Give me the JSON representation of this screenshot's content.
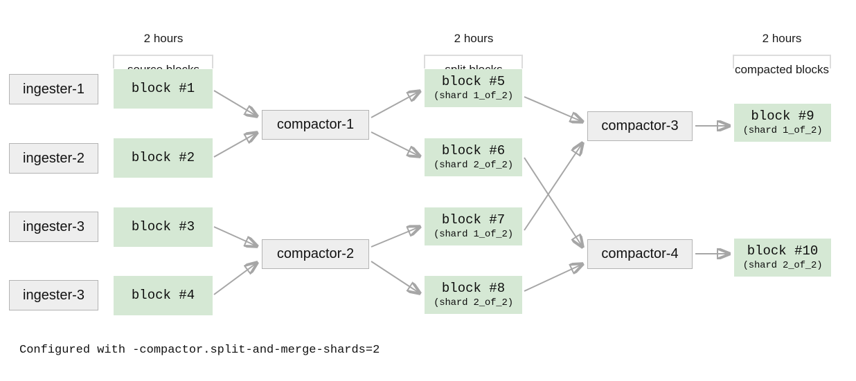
{
  "diagram": {
    "title_note": "Configured with -compactor.split-and-merge-shards=2",
    "colors": {
      "block_fill": "#d5e8d4",
      "node_fill": "#eeeeee",
      "node_border": "#b3b3b3",
      "arrow": "#a6a6a6",
      "bracket": "#dcdcdc",
      "text": "#111111"
    },
    "groups": [
      {
        "id": "source",
        "line1": "2 hours",
        "line2": "source blocks"
      },
      {
        "id": "split",
        "line1": "2 hours",
        "line2": "split blocks"
      },
      {
        "id": "compacted",
        "line1": "2 hours",
        "line2": "compacted blocks"
      }
    ],
    "ingesters": [
      {
        "id": "ingester-1",
        "label": "ingester-1"
      },
      {
        "id": "ingester-2",
        "label": "ingester-2"
      },
      {
        "id": "ingester-3a",
        "label": "ingester-3"
      },
      {
        "id": "ingester-3b",
        "label": "ingester-3"
      }
    ],
    "source_blocks": [
      {
        "id": "block-1",
        "label": "block #1",
        "shard": ""
      },
      {
        "id": "block-2",
        "label": "block #2",
        "shard": ""
      },
      {
        "id": "block-3",
        "label": "block #3",
        "shard": ""
      },
      {
        "id": "block-4",
        "label": "block #4",
        "shard": ""
      }
    ],
    "split_blocks": [
      {
        "id": "block-5",
        "label": "block #5",
        "shard": "(shard 1_of_2)"
      },
      {
        "id": "block-6",
        "label": "block #6",
        "shard": "(shard 2_of_2)"
      },
      {
        "id": "block-7",
        "label": "block #7",
        "shard": "(shard 1_of_2)"
      },
      {
        "id": "block-8",
        "label": "block #8",
        "shard": "(shard 2_of_2)"
      }
    ],
    "compacted_blocks": [
      {
        "id": "block-9",
        "label": "block #9",
        "shard": "(shard 1_of_2)"
      },
      {
        "id": "block-10",
        "label": "block #10",
        "shard": "(shard 2_of_2)"
      }
    ],
    "compactors": [
      {
        "id": "compactor-1",
        "label": "compactor-1"
      },
      {
        "id": "compactor-2",
        "label": "compactor-2"
      },
      {
        "id": "compactor-3",
        "label": "compactor-3"
      },
      {
        "id": "compactor-4",
        "label": "compactor-4"
      }
    ],
    "edges": [
      {
        "from": "block-1",
        "to": "compactor-1"
      },
      {
        "from": "block-2",
        "to": "compactor-1"
      },
      {
        "from": "block-3",
        "to": "compactor-2"
      },
      {
        "from": "block-4",
        "to": "compactor-2"
      },
      {
        "from": "compactor-1",
        "to": "block-5"
      },
      {
        "from": "compactor-1",
        "to": "block-6"
      },
      {
        "from": "compactor-2",
        "to": "block-7"
      },
      {
        "from": "compactor-2",
        "to": "block-8"
      },
      {
        "from": "block-5",
        "to": "compactor-3"
      },
      {
        "from": "block-7",
        "to": "compactor-3"
      },
      {
        "from": "block-6",
        "to": "compactor-4"
      },
      {
        "from": "block-8",
        "to": "compactor-4"
      },
      {
        "from": "compactor-3",
        "to": "block-9"
      },
      {
        "from": "compactor-4",
        "to": "block-10"
      }
    ]
  }
}
